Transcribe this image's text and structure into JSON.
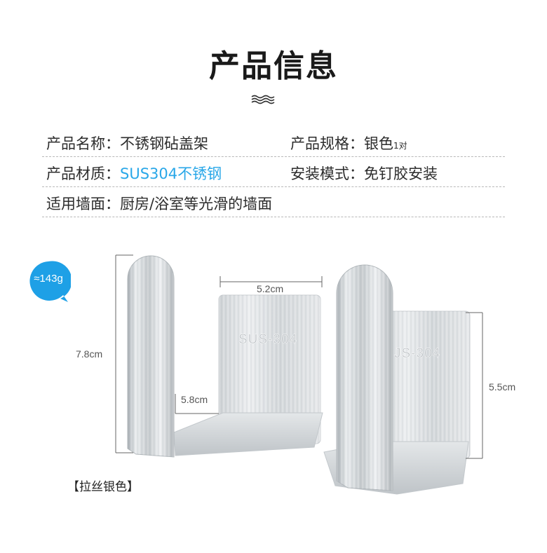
{
  "title": "产品信息",
  "info": {
    "name_label": "产品名称：",
    "name_value": "不锈钢砧盖架",
    "spec_label": "产品规格：",
    "spec_value": "银色",
    "spec_count": "1对",
    "material_label": "产品材质：",
    "material_value": "SUS304不锈钢",
    "install_label": "安装模式：",
    "install_value": "免钉胶安装",
    "wall_label": "适用墙面：",
    "wall_value": "厨房/浴室等光滑的墙面"
  },
  "badge": {
    "weight": "≈143g",
    "color": "#1ea0e6"
  },
  "dimensions": {
    "height": "7.8cm",
    "width": "5.2cm",
    "depth": "5.8cm",
    "plate_height": "5.5cm"
  },
  "engraving": "SUS-304",
  "engraving_partial": "JS-304",
  "caption": "【拉丝银色】",
  "colors": {
    "accent": "#29a7e8",
    "wave": "#333333",
    "metal": "#d8dbde"
  }
}
